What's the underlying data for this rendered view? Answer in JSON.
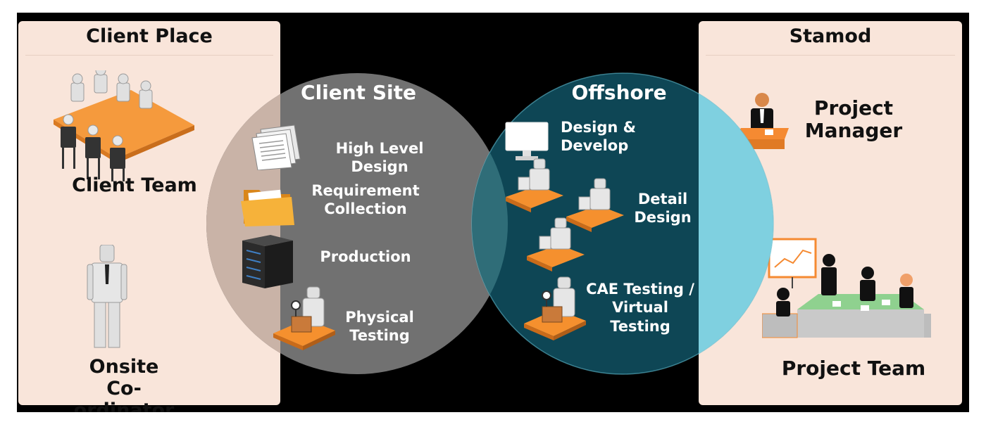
{
  "left_panel": {
    "title": "Client Place",
    "team_label": "Client Team",
    "coordinator_label": [
      "Onsite",
      "Co-ordinator"
    ]
  },
  "client_site": {
    "title": "Client Site",
    "items": [
      {
        "label": [
          "High Level Design"
        ],
        "icon": "documents-icon"
      },
      {
        "label": [
          "Requirement",
          "Collection"
        ],
        "icon": "folder-icon"
      },
      {
        "label": [
          "Production"
        ],
        "icon": "server-icon"
      },
      {
        "label": [
          "Physical",
          "Testing"
        ],
        "icon": "tester-desk-icon"
      }
    ]
  },
  "offshore": {
    "title": "Offshore",
    "items": [
      {
        "label": [
          "Design &",
          "Develop"
        ],
        "icon": "monitor-icon"
      },
      {
        "label": [
          "Detail",
          "Design"
        ],
        "icon": "workstations-icon"
      },
      {
        "label": [
          "CAE Testing /",
          "Virtual",
          "Testing"
        ],
        "icon": "tester-desk-icon"
      }
    ]
  },
  "right_panel": {
    "title": "Stamod",
    "manager_label": [
      "Project",
      "Manager"
    ],
    "team_label": "Project Team"
  },
  "colors": {
    "background": "#000000",
    "panel": "#f9e5da",
    "client_circle": "#2e2e2e",
    "offshore_circle": "#0f4c5c",
    "accent_orange": "#f58a32"
  }
}
